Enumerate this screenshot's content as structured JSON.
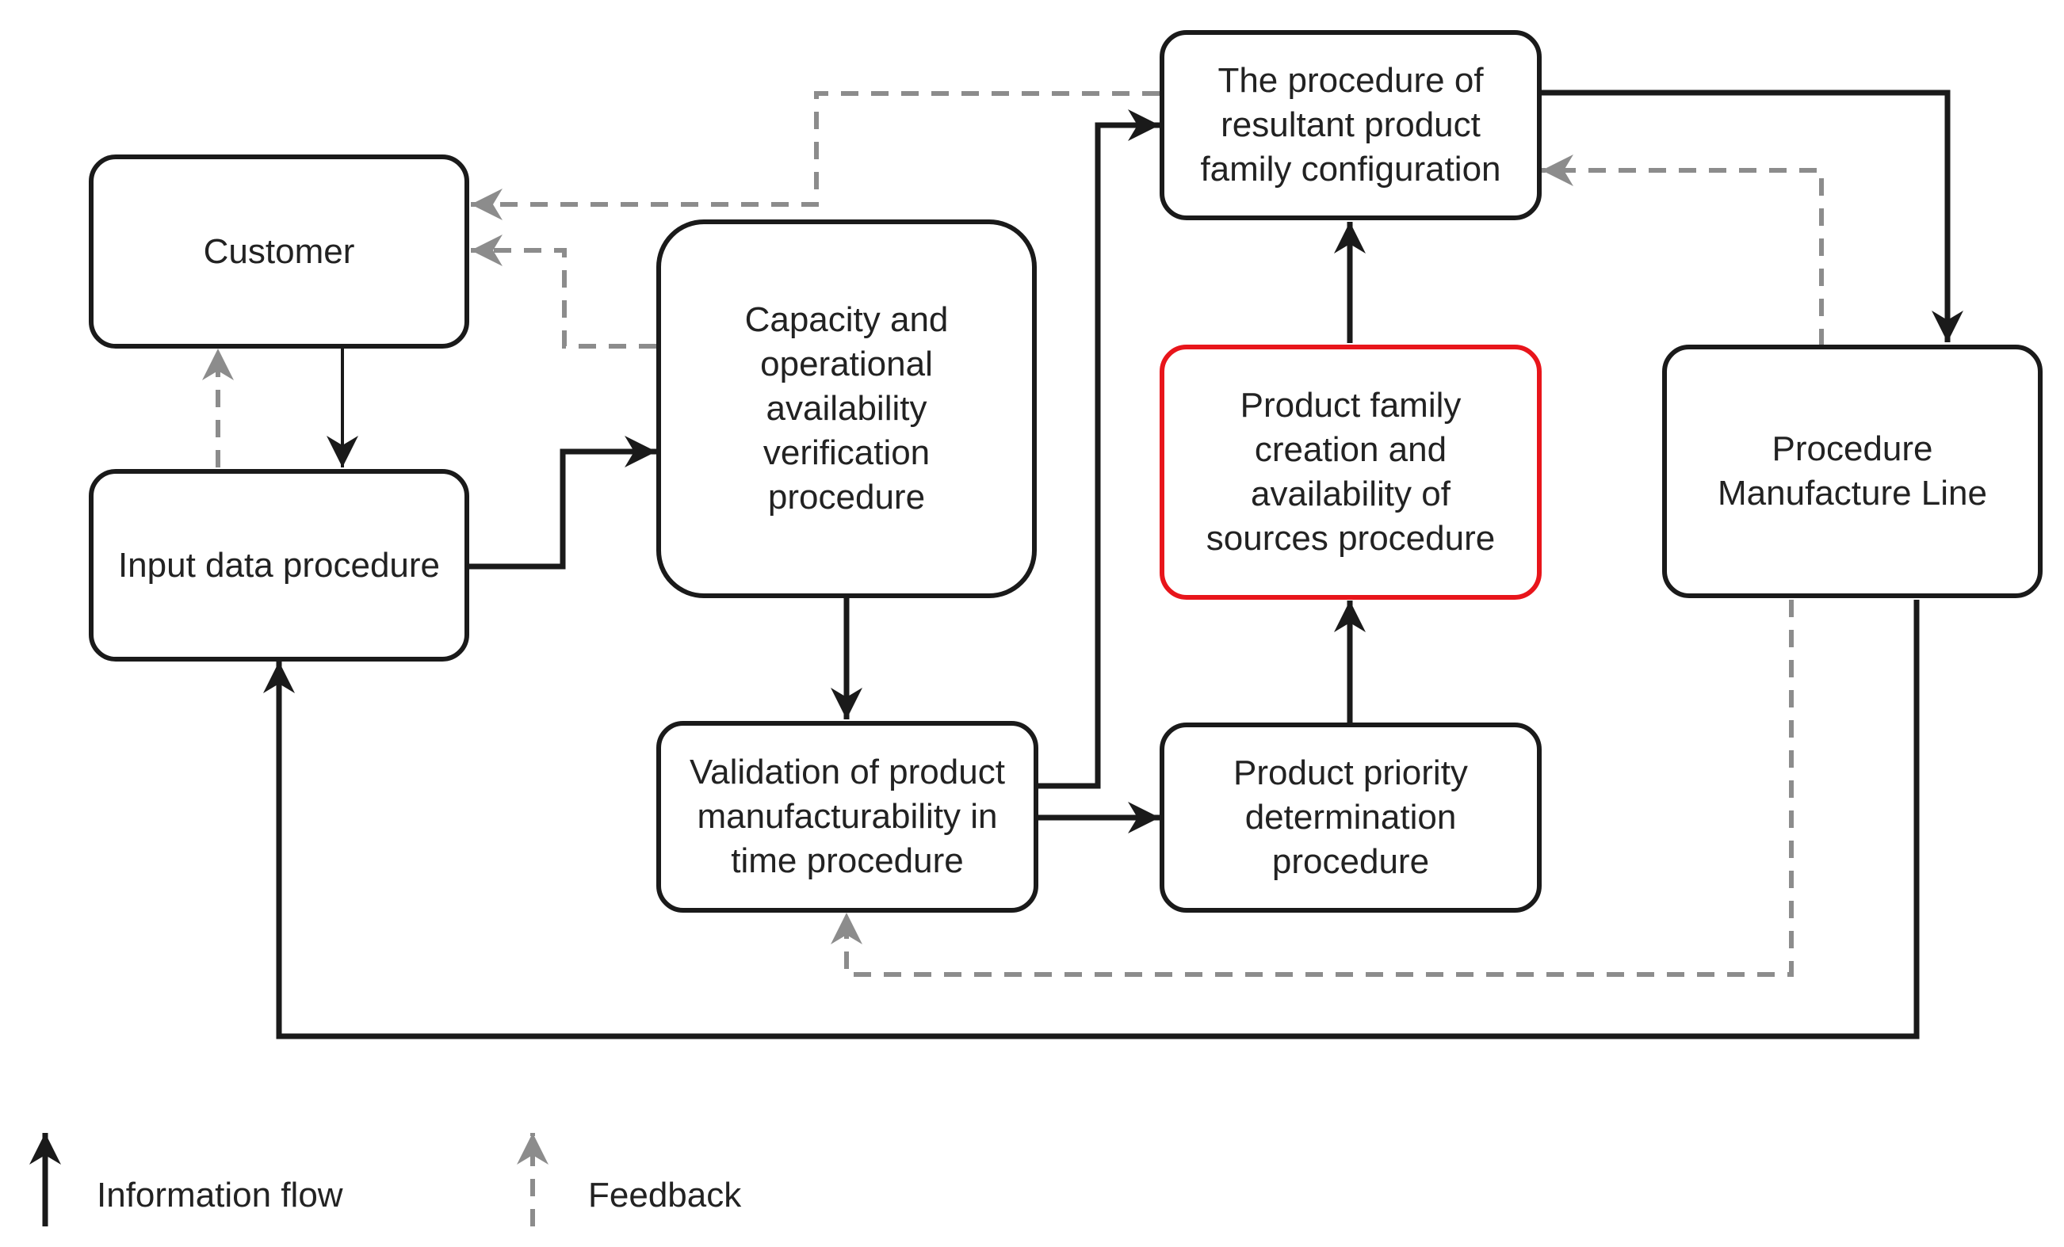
{
  "nodes": {
    "customer": "Customer",
    "input_data": "Input data procedure",
    "capacity": "Capacity and operational availability verification procedure",
    "validation": "Validation of product manufacturability in time procedure",
    "resultant": "The procedure of resultant product family configuration",
    "family_creation": "Product family creation and availability of sources procedure",
    "priority": "Product priority determination procedure",
    "manufacture_line": "Procedure Manufacture Line"
  },
  "legend": {
    "information_flow": "Information flow",
    "feedback": "Feedback"
  },
  "colors": {
    "information_flow": "#1a1a1a",
    "feedback": "#8c8c8c",
    "highlight_border": "#e8151b"
  }
}
